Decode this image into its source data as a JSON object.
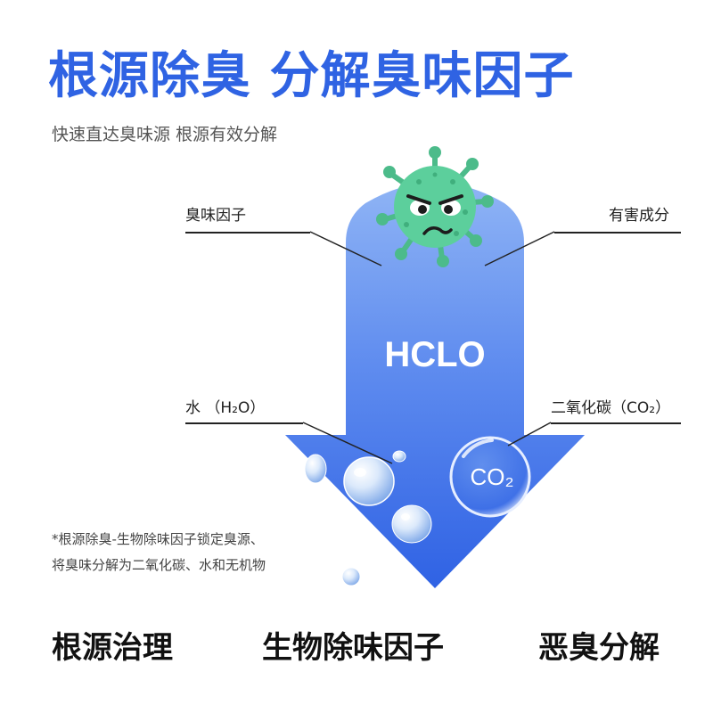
{
  "header": {
    "title": "根源除臭 分解臭味因子",
    "subtitle": "快速直达臭味源 根源有效分解"
  },
  "diagram": {
    "center_label": "HCLO",
    "labels": {
      "odor_factor": "臭味因子",
      "harmful": "有害成分",
      "water": "水 （H₂O）",
      "co2_full": "二氧化碳（CO₂）"
    },
    "co2_bubble": "CO₂"
  },
  "footnote": {
    "line1": "*根源除臭-生物除味因子锁定臭源、",
    "line2": "将臭味分解为二氧化碳、水和无机物"
  },
  "bottom": {
    "items": [
      "根源治理",
      "生物除味因子",
      "恶臭分解"
    ]
  },
  "colors": {
    "title": "#2f63e3",
    "arrow_top": "#8fb4f5",
    "arrow_bottom": "#2f62e4",
    "virus": "#5ccf9c"
  },
  "icons": [
    "virus-icon",
    "water-droplet-icon",
    "co2-bubble-icon"
  ]
}
